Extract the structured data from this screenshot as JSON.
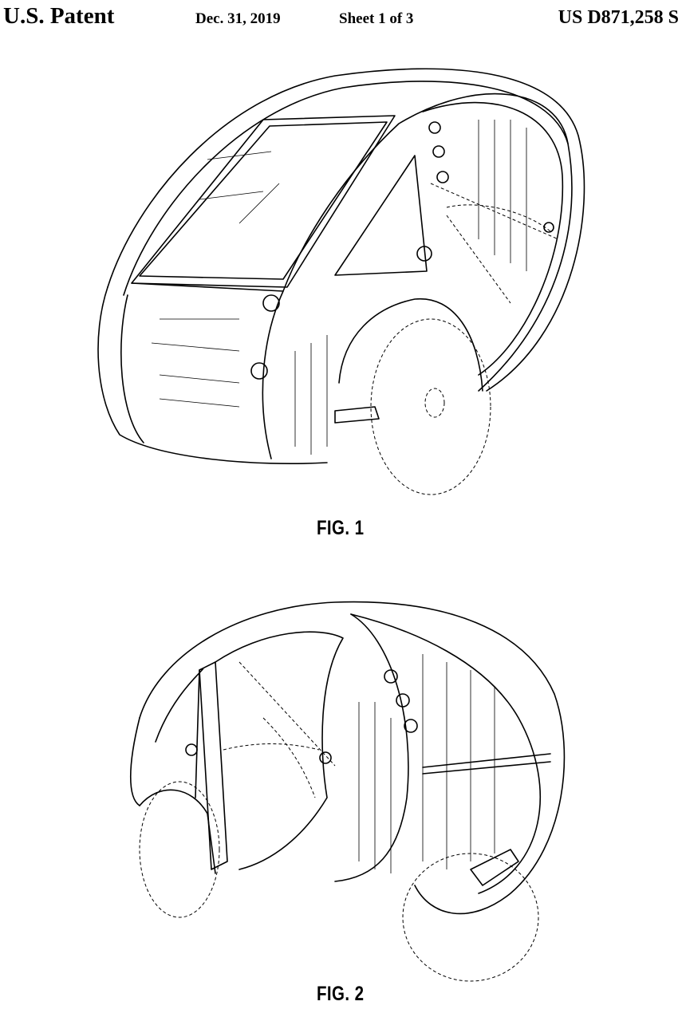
{
  "header": {
    "left": "U.S. Patent",
    "date": "Dec. 31, 2019",
    "sheet": "Sheet 1 of 3",
    "patent_number": "US D871,258 S"
  },
  "figures": [
    {
      "label": "FIG. 1"
    },
    {
      "label": "FIG. 2"
    }
  ]
}
